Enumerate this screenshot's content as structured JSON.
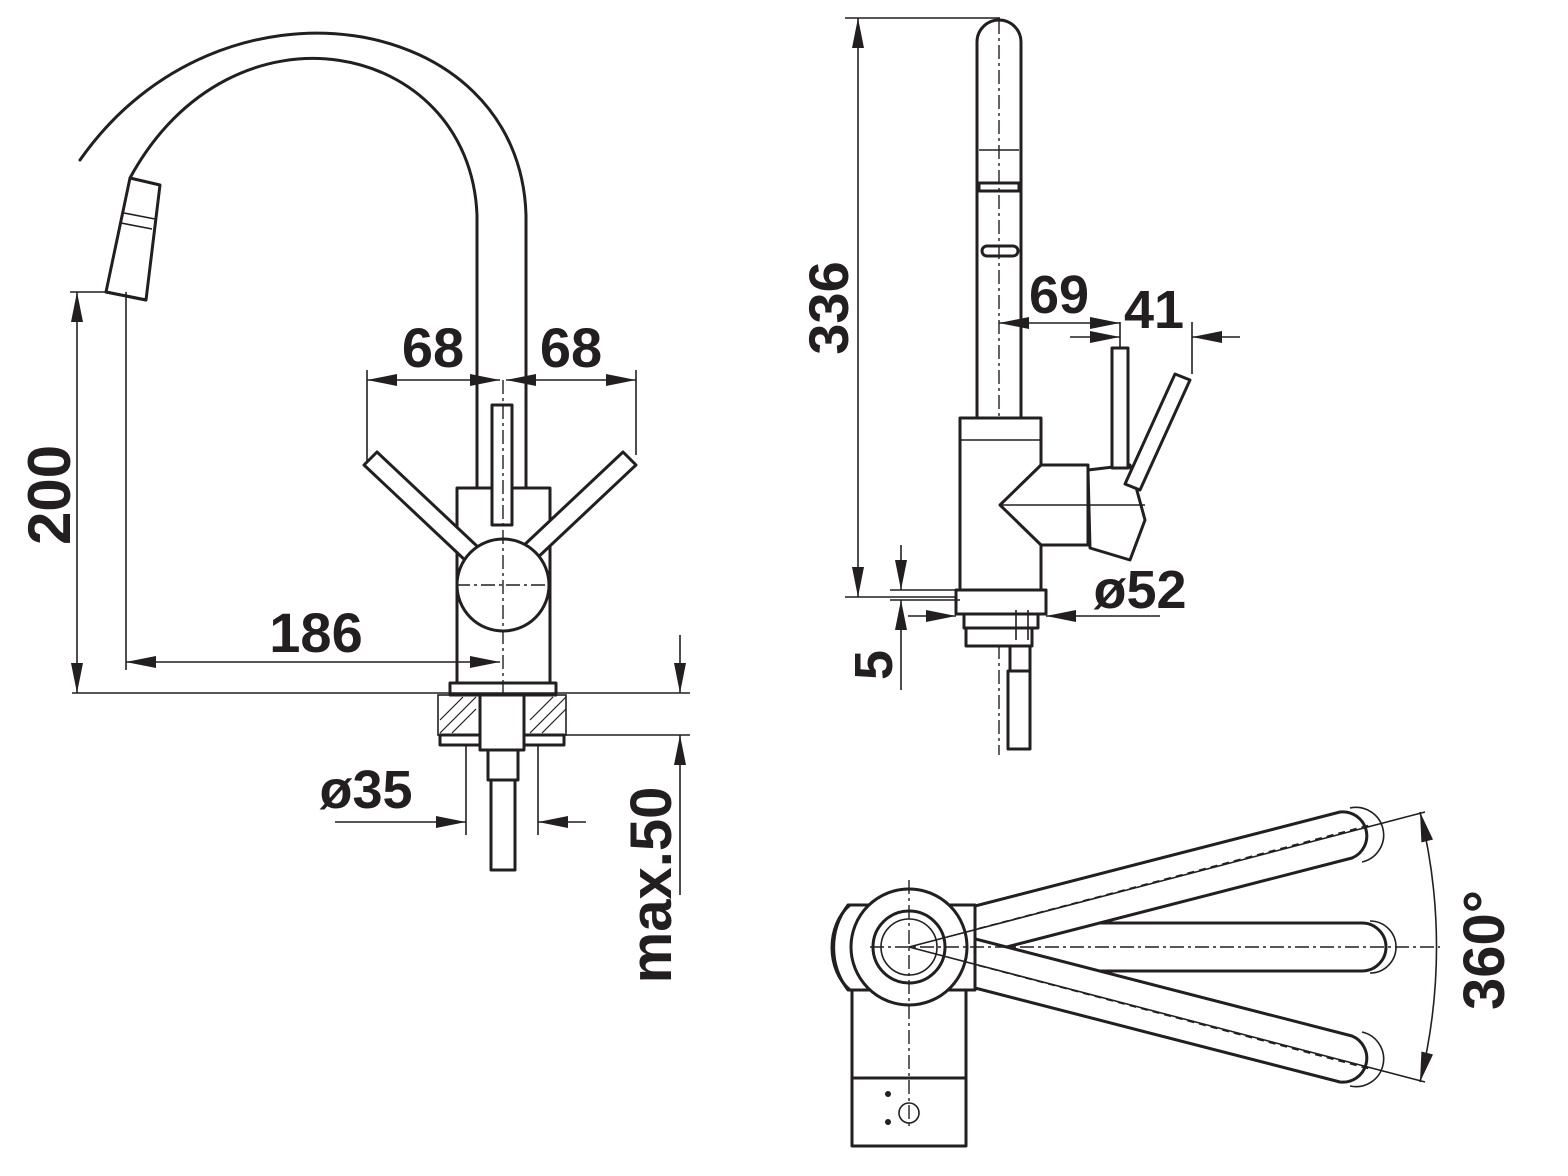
{
  "drawing": {
    "front_view": {
      "dim_left_lever": "68",
      "dim_right_lever": "68",
      "dim_height": "200",
      "dim_reach": "186",
      "dim_hole_diameter": "ø35",
      "dim_worktop": "max.50"
    },
    "side_view": {
      "dim_total_height": "336",
      "dim_lever_offset": "69",
      "dim_lever_reach": "41",
      "dim_base_diameter": "ø52",
      "dim_base_height": "5"
    },
    "top_view": {
      "dim_rotation": "360°"
    },
    "colors": {
      "line": "#231f20",
      "background": "#ffffff"
    }
  }
}
